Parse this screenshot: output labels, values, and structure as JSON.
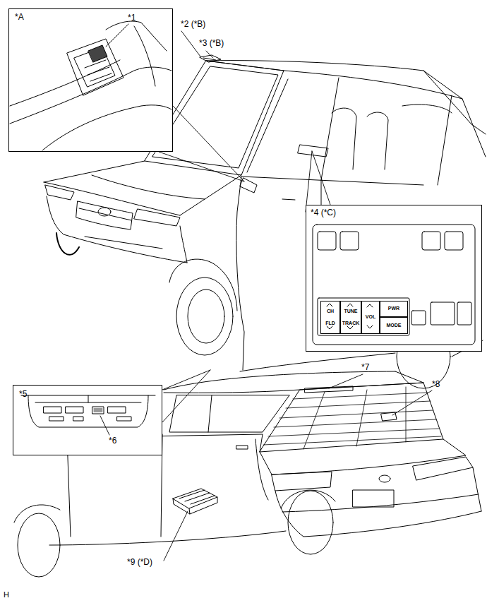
{
  "diagram": {
    "nodes": [
      {
        "text": [
          "*A",
          "*1"
        ]
      },
      {
        "text": [
          "*4 (*C)"
        ]
      },
      {
        "text": [
          "CH",
          "FLD"
        ],
        "in": 1
      },
      {
        "text": [
          "TUNE",
          "TRACK"
        ],
        "in": 1
      },
      {
        "text": [
          "VOL"
        ],
        "in": 1
      },
      {
        "text": [
          "PWR"
        ],
        "in": 1
      },
      {
        "text": [
          "MODE"
        ],
        "in": 1
      },
      {
        "text": [
          "*5",
          "*6"
        ]
      }
    ],
    "labels": [
      "*2 (*B)",
      "*3 (*B)",
      "*7",
      "*8",
      "*9 (*D)",
      "H"
    ]
  }
}
